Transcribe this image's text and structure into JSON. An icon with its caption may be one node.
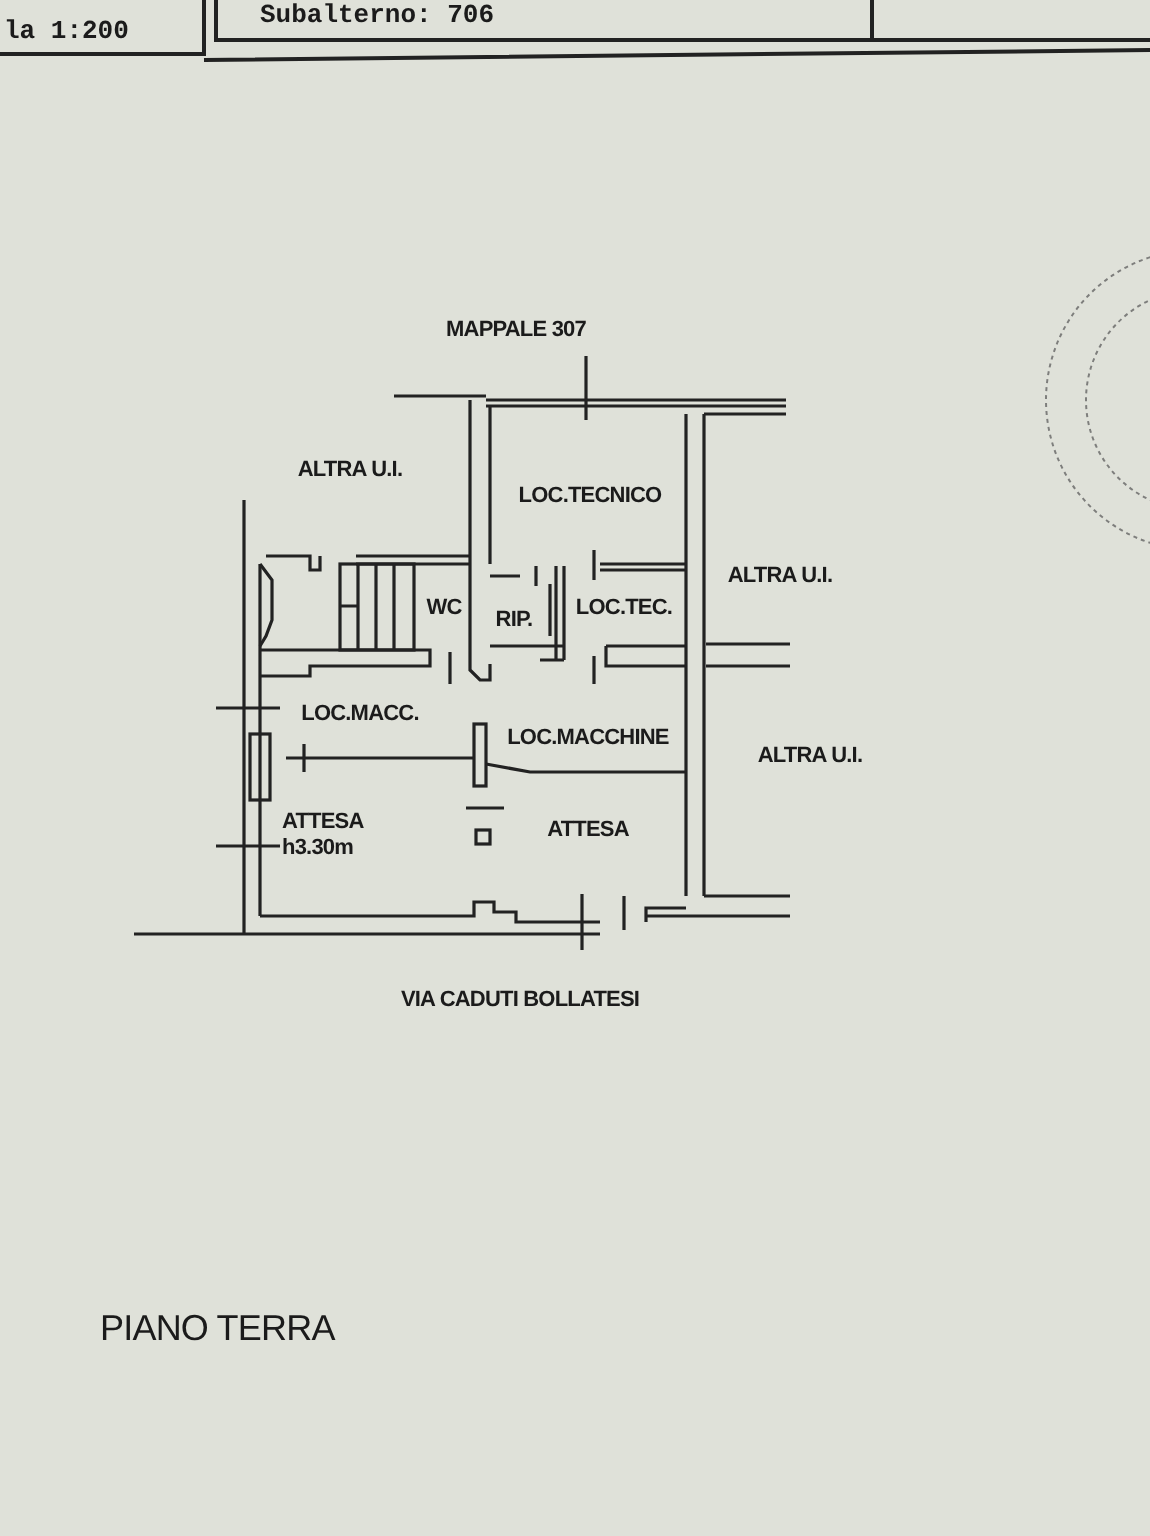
{
  "diagram": {
    "title": "PIANO TERRA",
    "labels": [
      "la 1:200",
      "Subalterno: 706",
      "MAPPALE 307",
      "ALTRA U.I.",
      "LOC.TECNICO",
      "ALTRA U.I.",
      "WC",
      "RIP.",
      "LOC.TEC.",
      "LOC.MACC.",
      "LOC.MACCHINE",
      "ALTRA U.I.",
      "ATTESA h3.30m",
      "ATTESA",
      "VIA CADUTI BOLLATESI"
    ]
  }
}
